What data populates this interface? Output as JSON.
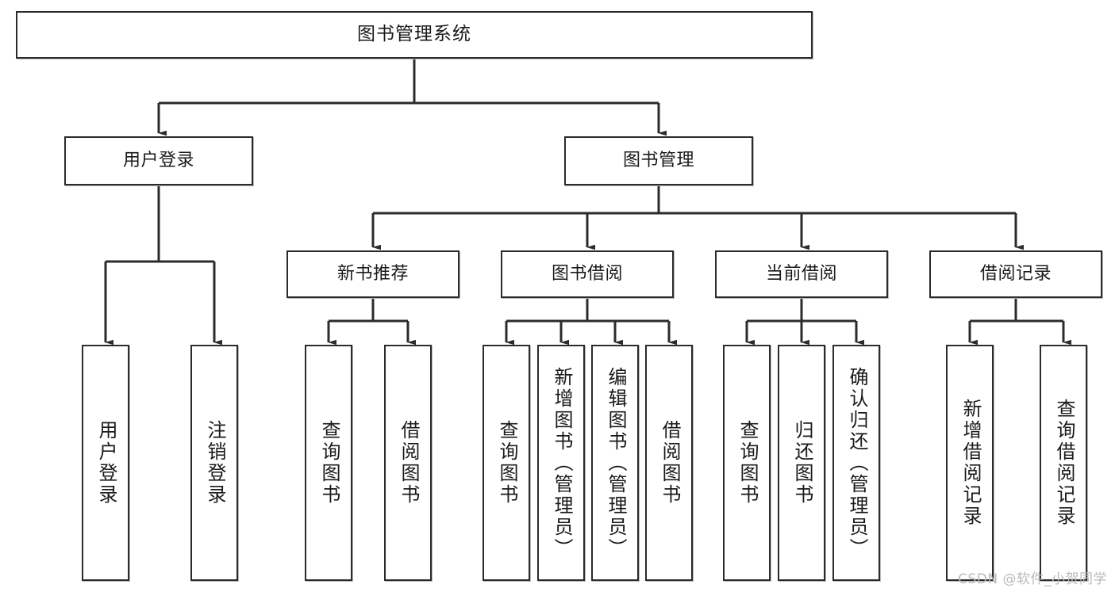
{
  "diagram": {
    "type": "tree-hierarchy",
    "title": "图书管理系统",
    "watermark": "CSDN @软件_小贺同学",
    "colors": {
      "box_border": "#2b2b2b",
      "box_fill": "#ffffff",
      "connector": "#2b2b2b",
      "text": "#1a1a1a",
      "watermark": "#b9b9b9",
      "background": "#ffffff"
    },
    "levels": [
      {
        "level": 1,
        "nodes": [
          {
            "id": "root",
            "label": "图书管理系统",
            "orientation": "horizontal"
          }
        ]
      },
      {
        "level": 2,
        "nodes": [
          {
            "id": "user-login",
            "label": "用户登录",
            "orientation": "horizontal",
            "parent": "root"
          },
          {
            "id": "book-manage",
            "label": "图书管理",
            "orientation": "horizontal",
            "parent": "root"
          }
        ]
      },
      {
        "level": 3,
        "nodes": [
          {
            "id": "new-book-rec",
            "label": "新书推荐",
            "orientation": "horizontal",
            "parent": "book-manage"
          },
          {
            "id": "book-borrow",
            "label": "图书借阅",
            "orientation": "horizontal",
            "parent": "book-manage"
          },
          {
            "id": "current-borrow",
            "label": "当前借阅",
            "orientation": "horizontal",
            "parent": "book-manage"
          },
          {
            "id": "borrow-record",
            "label": "借阅记录",
            "orientation": "horizontal",
            "parent": "book-manage"
          }
        ]
      },
      {
        "level": 4,
        "nodes": [
          {
            "id": "leaf-user-login",
            "label": "用户登录",
            "orientation": "vertical",
            "parent": "user-login"
          },
          {
            "id": "leaf-logout",
            "label": "注销登录",
            "orientation": "vertical",
            "parent": "user-login"
          },
          {
            "id": "leaf-query-book-1",
            "label": "查询图书",
            "orientation": "vertical",
            "parent": "new-book-rec"
          },
          {
            "id": "leaf-borrow-book-1",
            "label": "借阅图书",
            "orientation": "vertical",
            "parent": "new-book-rec"
          },
          {
            "id": "leaf-query-book-2",
            "label": "查询图书",
            "orientation": "vertical",
            "parent": "book-borrow"
          },
          {
            "id": "leaf-add-book",
            "label": "新增图书（管理员）",
            "orientation": "vertical",
            "parent": "book-borrow"
          },
          {
            "id": "leaf-edit-book",
            "label": "编辑图书（管理员）",
            "orientation": "vertical",
            "parent": "book-borrow"
          },
          {
            "id": "leaf-borrow-book-2",
            "label": "借阅图书",
            "orientation": "vertical",
            "parent": "book-borrow"
          },
          {
            "id": "leaf-query-book-3",
            "label": "查询图书",
            "orientation": "vertical",
            "parent": "current-borrow"
          },
          {
            "id": "leaf-return-book",
            "label": "归还图书",
            "orientation": "vertical",
            "parent": "current-borrow"
          },
          {
            "id": "leaf-confirm-return",
            "label": "确认归还（管理员）",
            "orientation": "vertical",
            "parent": "current-borrow"
          },
          {
            "id": "leaf-add-record",
            "label": "新增借阅记录",
            "orientation": "vertical",
            "parent": "borrow-record"
          },
          {
            "id": "leaf-query-record",
            "label": "查询借阅记录",
            "orientation": "vertical",
            "parent": "borrow-record"
          }
        ]
      }
    ]
  }
}
